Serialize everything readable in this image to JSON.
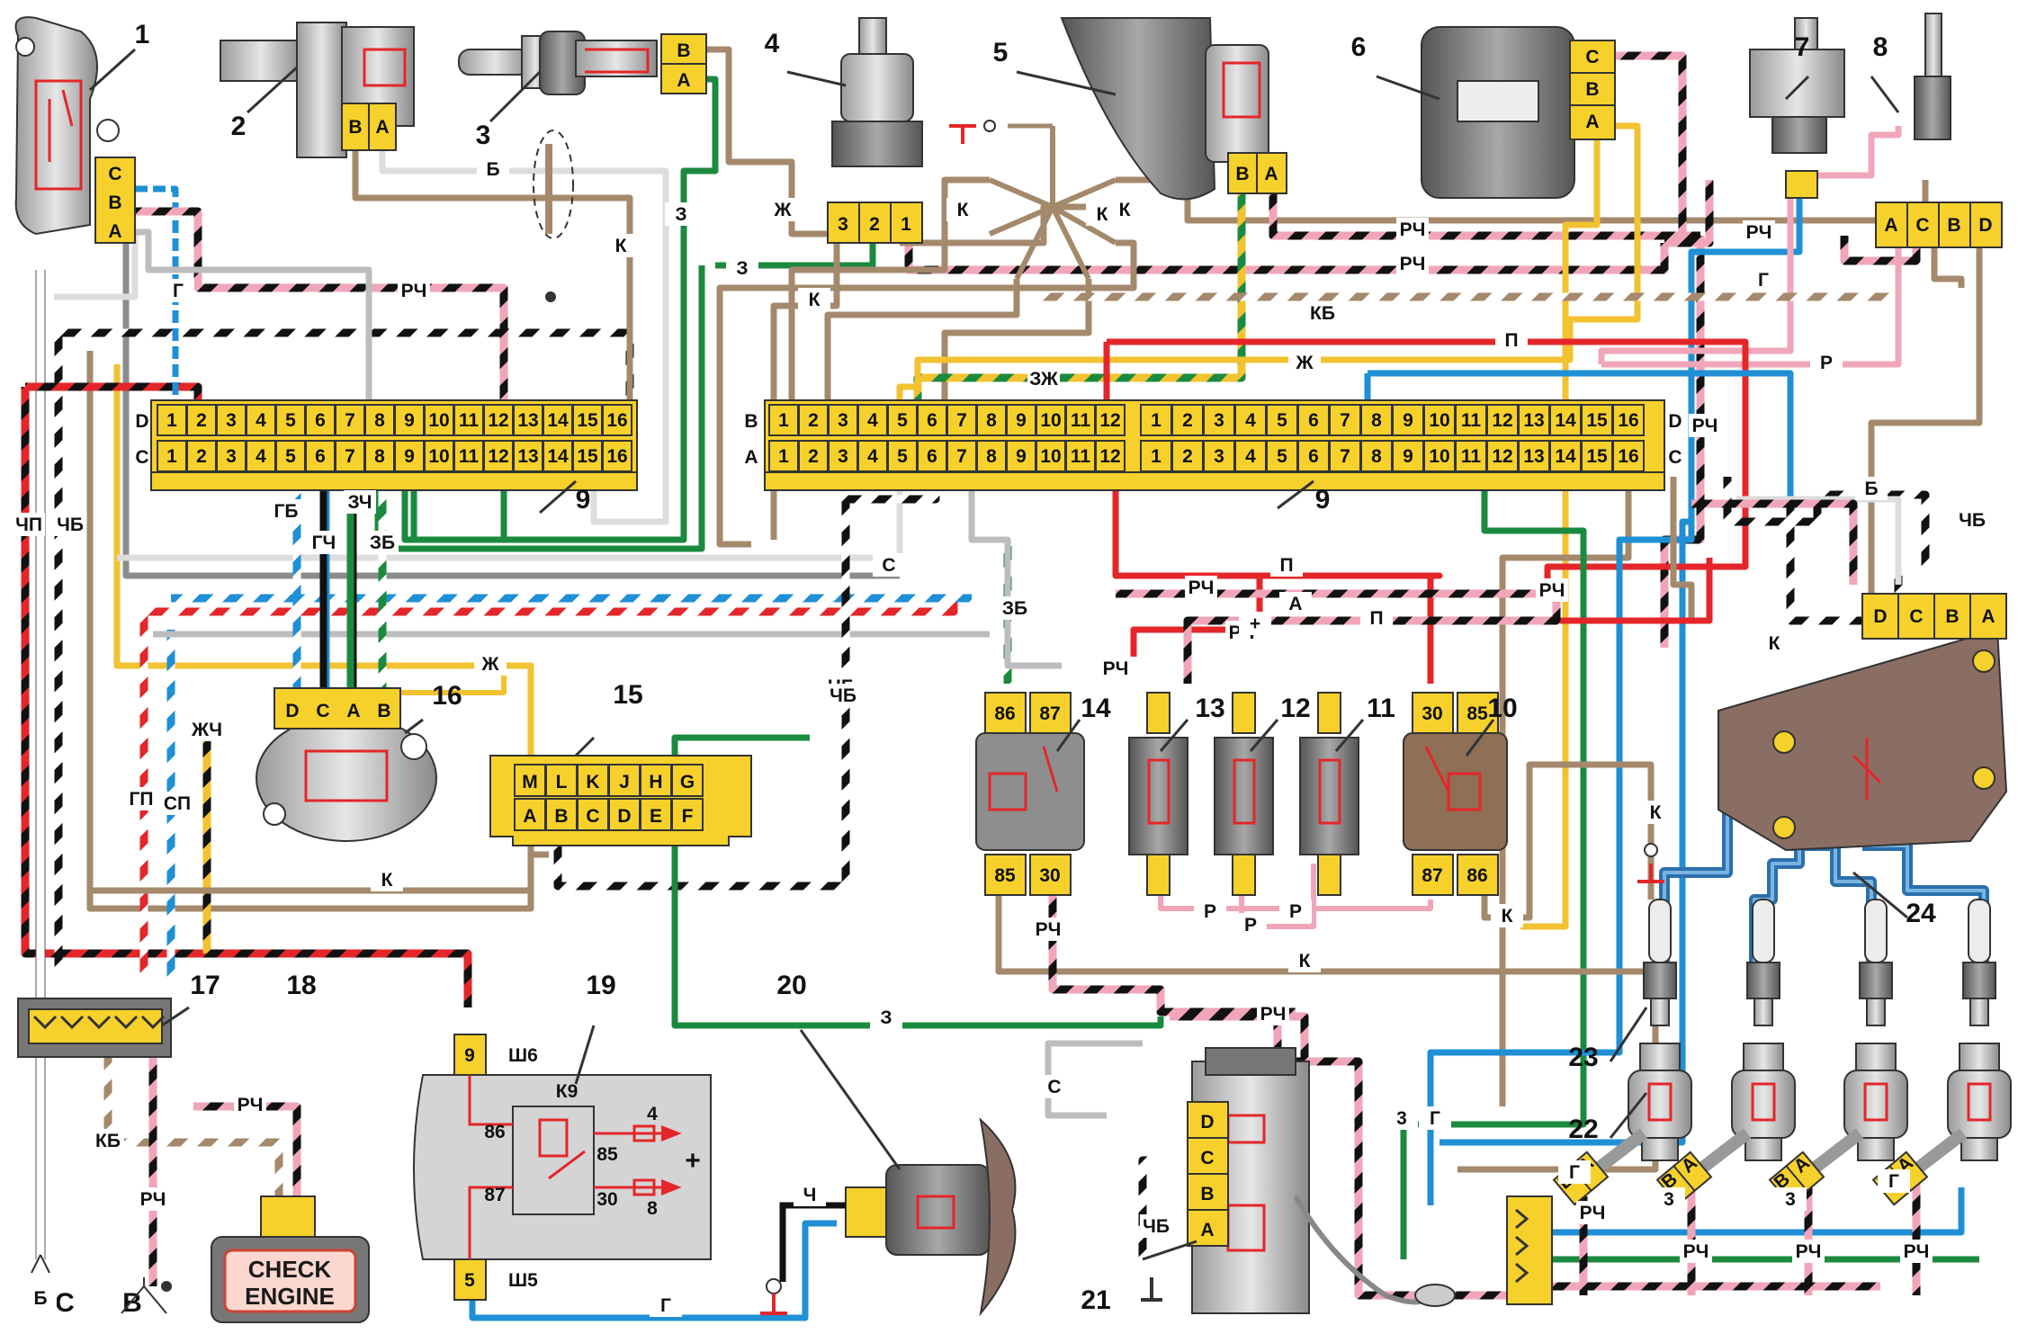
{
  "component_numbers": [
    "1",
    "2",
    "3",
    "4",
    "5",
    "6",
    "7",
    "8",
    "9",
    "9",
    "10",
    "11",
    "12",
    "13",
    "14",
    "15",
    "16",
    "17",
    "18",
    "19",
    "20",
    "21",
    "22",
    "23",
    "24"
  ],
  "connector_pins": {
    "c1": [
      "C",
      "B",
      "A"
    ],
    "c2": [
      "B",
      "A"
    ],
    "c3": [
      "B",
      "A"
    ],
    "c4": [
      "3",
      "2",
      "1"
    ],
    "c5": [
      "B",
      "A"
    ],
    "c6": [
      "C",
      "B",
      "A"
    ],
    "c8": [
      "A",
      "C",
      "B",
      "D"
    ],
    "c16": [
      "D",
      "C",
      "A",
      "B"
    ],
    "c24": [
      "D",
      "C",
      "B",
      "A"
    ],
    "c21": [
      "D",
      "C",
      "B",
      "A"
    ],
    "c22": [
      "B",
      "A"
    ],
    "relay14": [
      "86",
      "87",
      "85",
      "30"
    ],
    "relay10": [
      "30",
      "85",
      "87",
      "86"
    ]
  },
  "ecu_left": {
    "row_d_label": "D",
    "row_c_label": "C",
    "pins": [
      "1",
      "2",
      "3",
      "4",
      "5",
      "6",
      "7",
      "8",
      "9",
      "10",
      "11",
      "12",
      "13",
      "14",
      "15",
      "16"
    ]
  },
  "ecu_right_a": {
    "row_b_label": "B",
    "row_a_label": "A",
    "pins": [
      "1",
      "2",
      "3",
      "4",
      "5",
      "6",
      "7",
      "8",
      "9",
      "10",
      "11",
      "12"
    ]
  },
  "ecu_right_b": {
    "row_d_label": "D",
    "row_c_label": "C",
    "pins": [
      "1",
      "2",
      "3",
      "4",
      "5",
      "6",
      "7",
      "8",
      "9",
      "10",
      "11",
      "12",
      "13",
      "14",
      "15",
      "16"
    ]
  },
  "diag_connector_15": {
    "top": [
      "M",
      "L",
      "K",
      "J",
      "H",
      "G"
    ],
    "bottom": [
      "A",
      "B",
      "C",
      "D",
      "E",
      "F"
    ]
  },
  "check_engine": [
    "CHECK",
    "ENGINE"
  ],
  "relay_19": {
    "top_pin": "9",
    "top_label": "Ш6",
    "bottom_pin": "5",
    "bottom_label": "Ш5",
    "name": "К9",
    "p86": "86",
    "p85": "85",
    "p87": "87",
    "p30": "30",
    "out4": "4",
    "out8": "8",
    "plus": "+"
  },
  "ground_labels": {
    "C": "С",
    "B": "В"
  },
  "wire_labels": [
    "Г",
    "РЧ",
    "Б",
    "К",
    "З",
    "Ж",
    "К",
    "К",
    "К",
    "З",
    "К",
    "РЧ",
    "РЧ",
    "КБ",
    "Г",
    "РЧ",
    "П",
    "Ж",
    "ЗЖ",
    "Р",
    "РЧ",
    "ГБ",
    "ЗЧ",
    "ГЧ",
    "ЗБ",
    "ЧП",
    "ЧБ",
    "С",
    "ЧБ",
    "П",
    "РЧ",
    "РЧ",
    "А",
    "РЧ",
    "П",
    "Б",
    "ЧБ",
    "К",
    "ЗБ",
    "Ж",
    "РЧ",
    "ГП",
    "ЖЧ",
    "СП",
    "ЧБ",
    "К",
    "Р",
    "Р",
    "Р",
    "К",
    "К",
    "РЧ",
    "К",
    "З",
    "РЧ",
    "С",
    "Ч",
    "Г",
    "3",
    "Г",
    "Г",
    "РЧ",
    "3",
    "3",
    "Г",
    "РЧ",
    "РЧ",
    "РЧ",
    "Б",
    "КБ",
    "РЧ",
    "РЧ",
    "ЧБ",
    "+"
  ],
  "colors": {
    "connector": "#f6d12b",
    "red": "#e4262a",
    "blue": "#1f8fd6",
    "green": "#1b8a3e",
    "brown": "#a4896c",
    "yellow": "#f2c230",
    "pink": "#f0a6b8",
    "grey": "#8c8c8c",
    "relay_grey": "#8e8e8e",
    "relay_brown": "#8f6f55",
    "coil_brown": "#8a6e63"
  }
}
